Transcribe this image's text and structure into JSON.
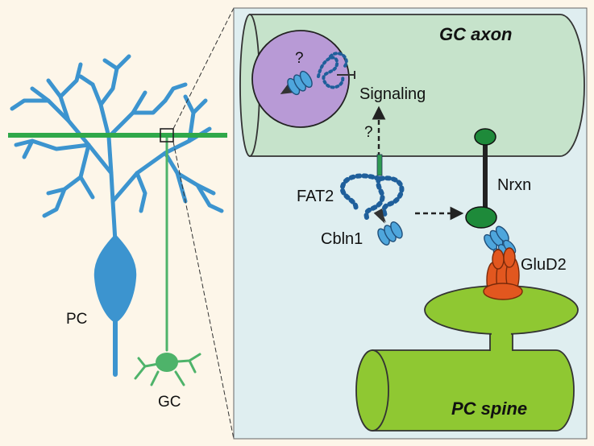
{
  "labels": {
    "gc_axon": "GC axon",
    "pc_spine": "PC spine",
    "signaling": "Signaling",
    "question_top": "?",
    "question_mid": "?",
    "fat2": "FAT2",
    "cbln1": "Cbln1",
    "nrxn": "Nrxn",
    "glud2": "GluD2",
    "pc": "PC",
    "gc": "GC"
  },
  "colors": {
    "background": "#fdf6e9",
    "panel": "#dfeef0",
    "purkinje_blue": "#3c94cf",
    "granule_green": "#4eb36a",
    "parallel_fiber_green": "#2fa84a",
    "axon_fill": "#c6e3cb",
    "spine_green": "#8fc832",
    "nrxn_green": "#1e8a3a",
    "glud2_orange": "#e2571f",
    "vesicle_purple": "#b89ad6",
    "cbln1_blue": "#4ea6dc"
  }
}
